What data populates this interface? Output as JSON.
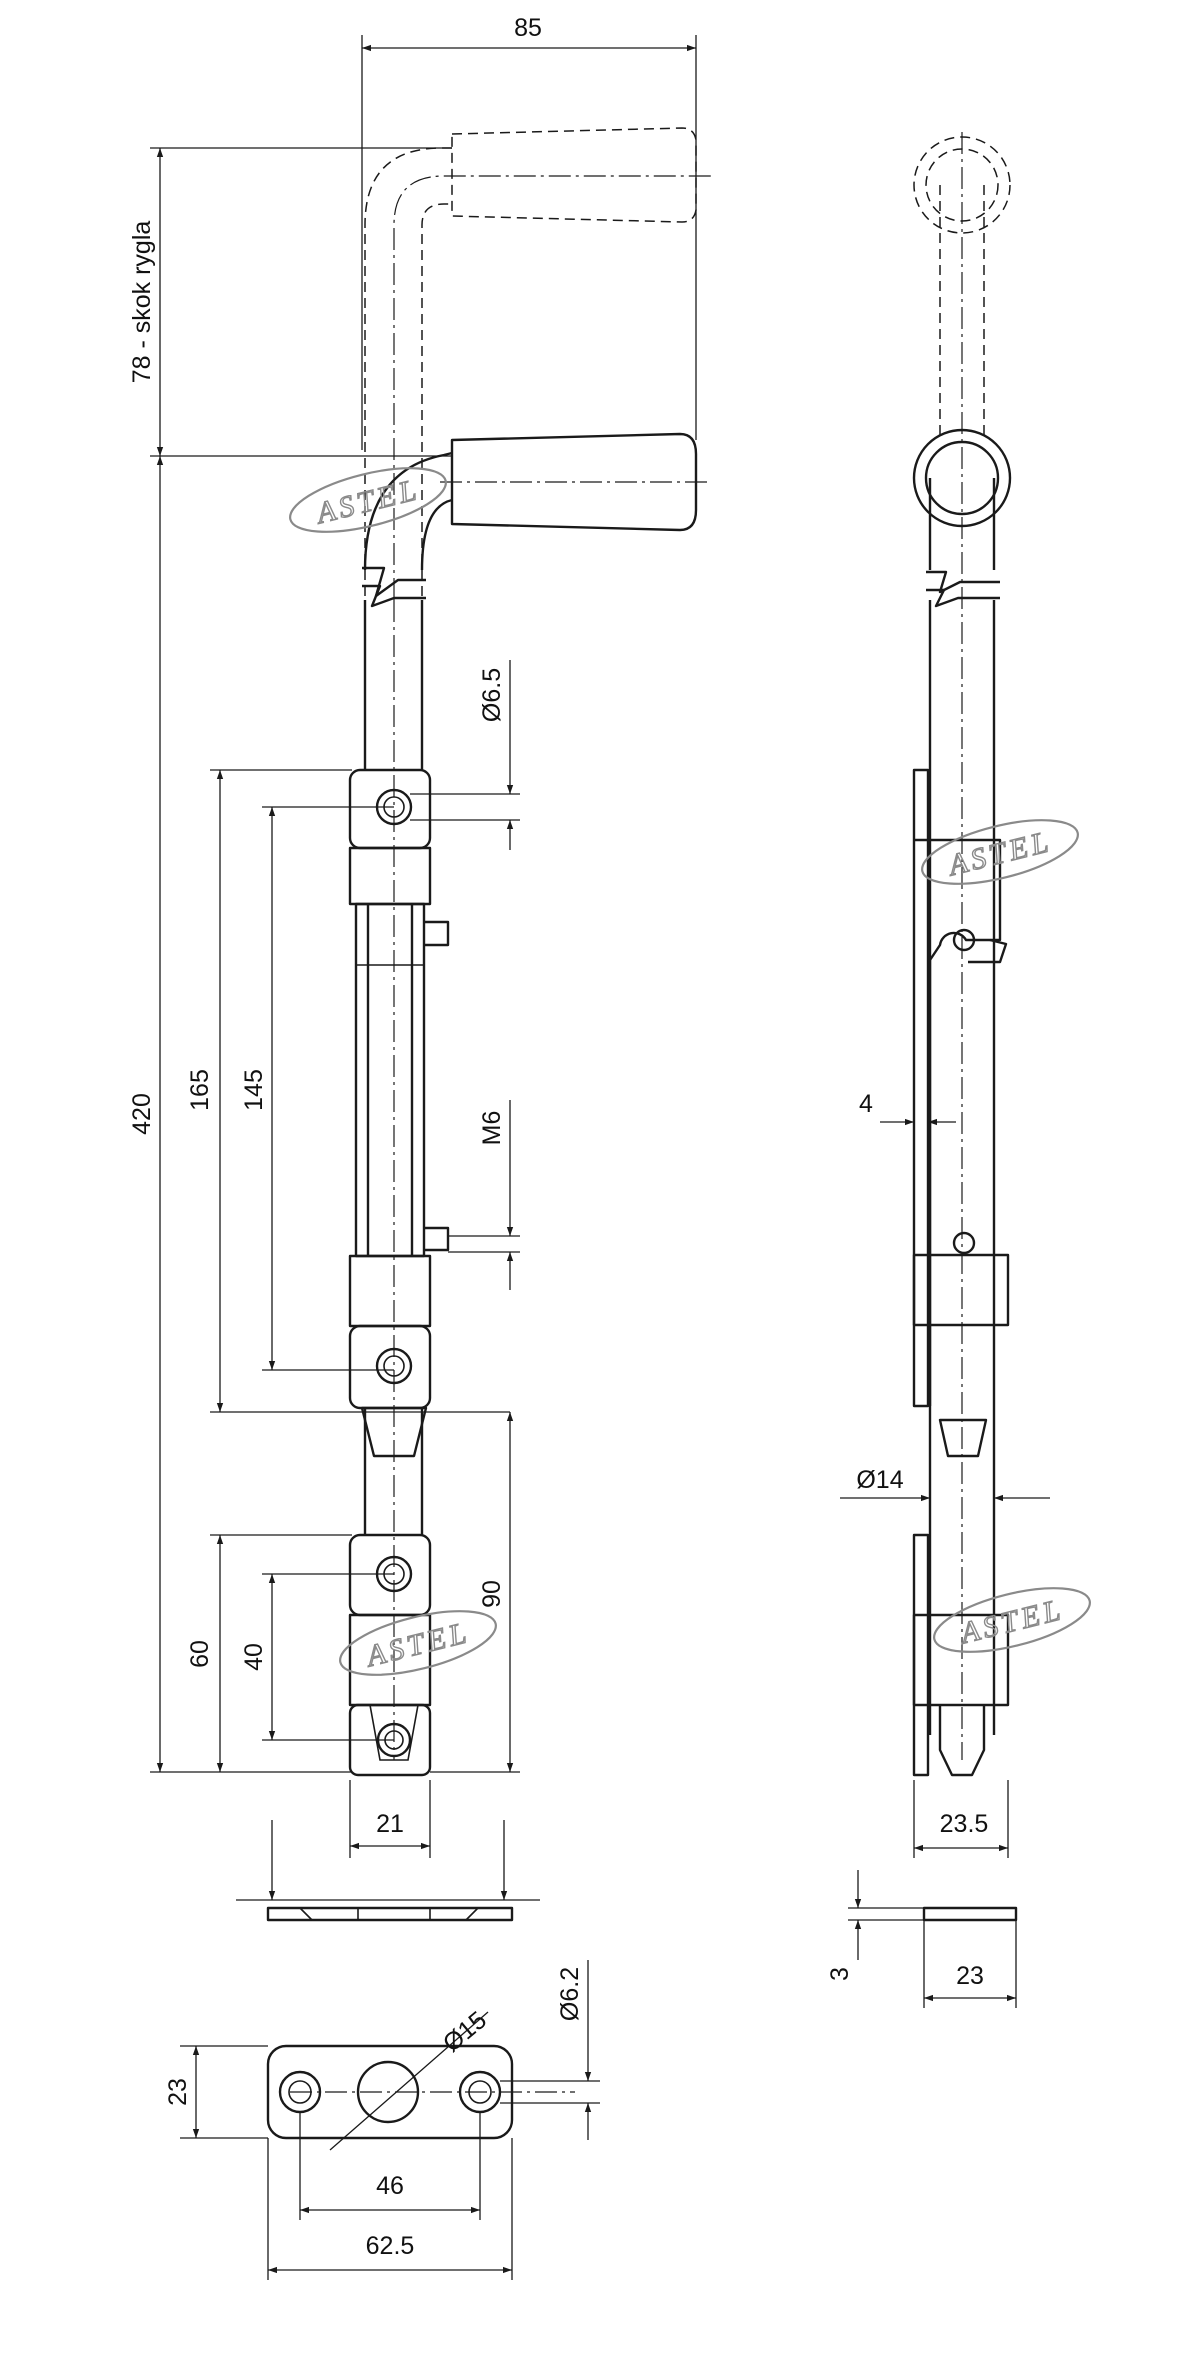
{
  "drawing": {
    "watermark": "ASTEL",
    "dimensions": {
      "handle_width": "85",
      "bolt_stroke": "78 - skok rygla",
      "hole_diameter": "Ø6.5",
      "overall_length": "420",
      "body_length": "165",
      "hole_spacing": "145",
      "thread": "M6",
      "lower_length": "90",
      "guide_length": "60",
      "guide_hole_spacing": "40",
      "body_width": "21",
      "plate_offset": "4",
      "rod_diameter": "Ø14",
      "side_width": "23.5",
      "plate_thickness": "3",
      "plate_side_width": "23",
      "socket_hole": "Ø15",
      "plate_hole": "Ø6.2",
      "plate_height": "23",
      "plate_hole_spacing": "46",
      "plate_length": "62.5"
    }
  }
}
